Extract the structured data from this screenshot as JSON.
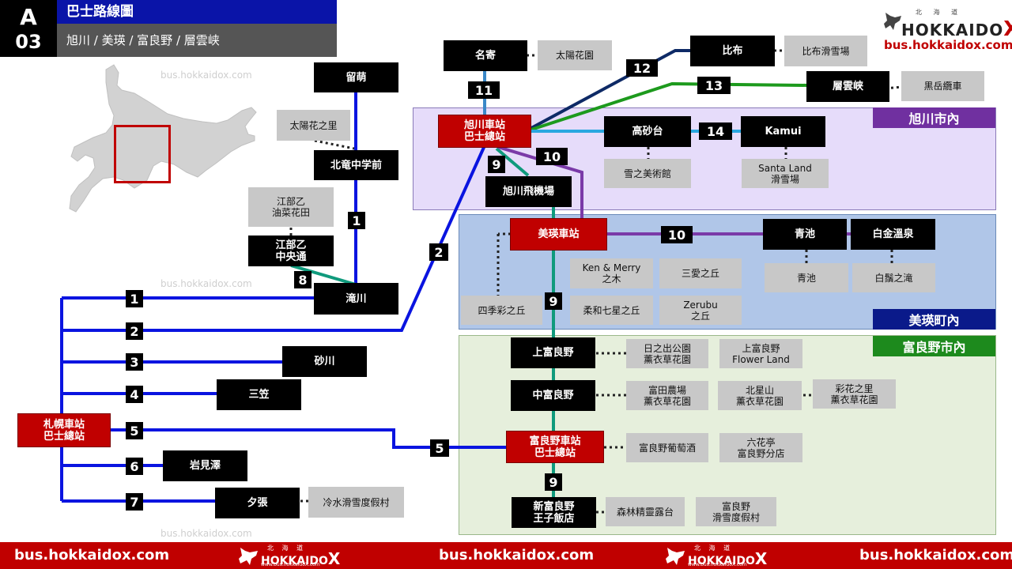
{
  "header": {
    "code_letter": "A",
    "code_number": "03",
    "title": "巴士路線圖",
    "subtitle": "旭川 / 美瑛 / 富良野 / 層雲峡"
  },
  "brand": {
    "logo_small": "北 海 道",
    "logo_text": "HOKKAIDO",
    "logo_x": "X",
    "url": "bus.hokkaidox.com",
    "footer_logo_url": "www.bus.hokkaidoX.com"
  },
  "watermark": "bus.hokkaidox.com",
  "regions": {
    "asahikawa": "旭川市內",
    "biei": "美瑛町內",
    "furano": "富良野市內"
  },
  "stops": {
    "rumoi": "留萌",
    "hokuryu": "北竜中学前",
    "ebeotsu": "江部乙\n中央通",
    "takikawa": "滝川",
    "sunagawa": "砂川",
    "mikasa": "三笠",
    "iwamizawa": "岩見澤",
    "yubari": "夕張",
    "sapporo": "札幌車站\n巴士總站",
    "nayoro": "名寄",
    "asahikawa_st": "旭川車站\n巴士總站",
    "airport": "旭川飛機場",
    "biei_st": "美瑛車站",
    "pippu": "比布",
    "sounkyo": "層雲峡",
    "takasagodai": "高砂台",
    "kamui": "Kamui",
    "aoike": "青池",
    "shirogane": "白金溫泉",
    "kamifurano": "上富良野",
    "nakafurano": "中富良野",
    "furano_st": "富良野車站\n巴士總站",
    "shinfurano": "新富良野\n王子飯店"
  },
  "attractions": {
    "sunflower_hokuryu": "太陽花之里",
    "rapeseed": "江部乙\n油菜花田",
    "sunflower_nayoro": "太陽花園",
    "pippu_ski": "比布滑雪場",
    "kurodake": "黒岳纜車",
    "snow_museum": "雪之美術館",
    "santaland": "Santa Land\n滑雪場",
    "kenmerry": "Ken & Merry\n之木",
    "sanai": "三愛之丘",
    "shikisai": "四季彩之丘",
    "nanatsuboshi": "柔和七星之丘",
    "zerubu": "Zerubu\n之丘",
    "aoike_attr": "青池",
    "shirohige": "白鬚之滝",
    "hinode": "日之出公園\n薰衣草花園",
    "flowerland": "上富良野\nFlower Land",
    "tomita": "富田農場\n薰衣草花園",
    "hokuseiyama": "北星山\n薰衣草花園",
    "saikanosato": "彩花之里\n薰衣草花園",
    "winery": "富良野葡萄酒",
    "rokkatei": "六花亭\n富良野分店",
    "ningle": "森林精靈露台",
    "furano_ski": "富良野\n滑雪度假村",
    "mount_racey": "冷水滑雪度假村"
  },
  "routes": {
    "r1": "1",
    "r2": "2",
    "r3": "3",
    "r4": "4",
    "r5": "5",
    "r6": "6",
    "r7": "7",
    "r8": "8",
    "r9": "9",
    "r10": "10",
    "r11": "11",
    "r12": "12",
    "r13": "13",
    "r14": "14"
  },
  "colors": {
    "blue": "#0a14e0",
    "teal": "#0f9a7c",
    "purple": "#7a3aa8",
    "navy": "#0e2a66",
    "green": "#1d9a1d",
    "sky": "#2aa8e0",
    "steel": "#3a88c8",
    "red": "#c00000",
    "asahikawa_bg": "#e6dcfa",
    "biei_bg": "#b0c6e8",
    "furano_bg": "#e6efdc"
  }
}
